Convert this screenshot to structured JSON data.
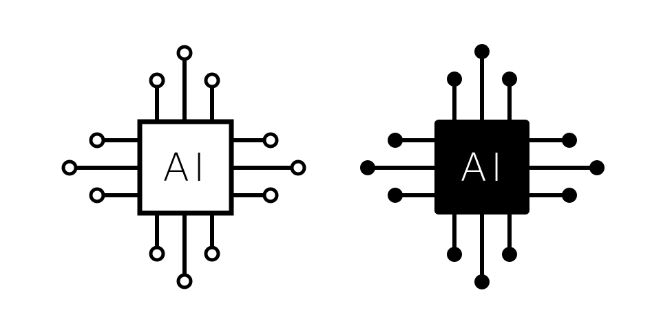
{
  "icons": [
    {
      "name": "chip-outline",
      "style": "outline",
      "label": "AI",
      "stroke_color": "#000000",
      "fill_color": "#ffffff",
      "label_color": "#000000"
    },
    {
      "name": "chip-filled",
      "style": "filled",
      "label": "AI",
      "stroke_color": "#000000",
      "fill_color": "#000000",
      "label_color": "#ffffff"
    }
  ]
}
